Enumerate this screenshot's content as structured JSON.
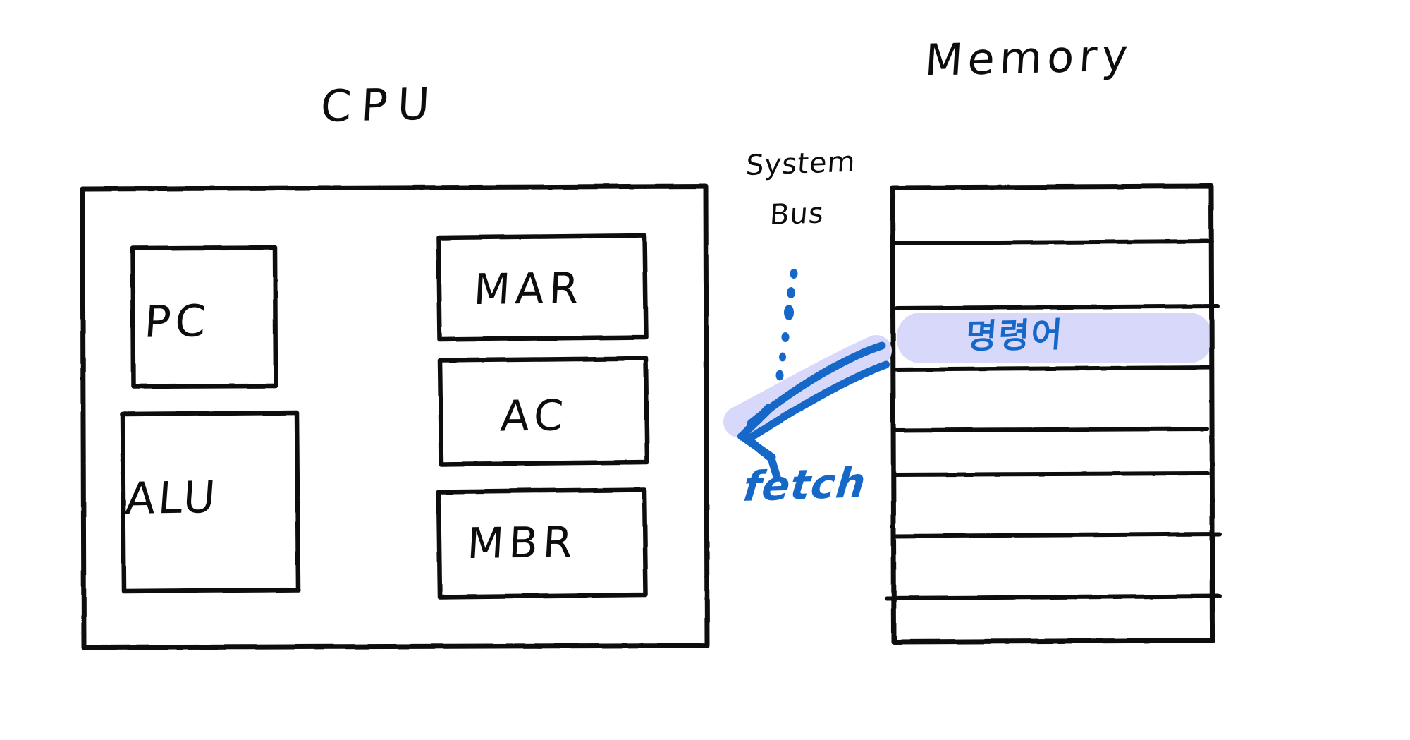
{
  "diagram": {
    "title_cpu": "CPU",
    "title_memory": "Memory",
    "bus_label_line1": "System",
    "bus_label_line2": "Bus",
    "fetch_label": "fetch",
    "instruction_label": "명령어",
    "colors": {
      "ink": "#0d0d0d",
      "annotation_blue": "#1668c8",
      "highlight_lavender": "#d8d9fa",
      "background": "#ffffff"
    }
  },
  "cpu": {
    "registers_left": [
      {
        "name": "PC",
        "label": "PC"
      },
      {
        "name": "ALU",
        "label": "ALU"
      }
    ],
    "registers_right": [
      {
        "name": "MAR",
        "label": "MAR"
      },
      {
        "name": "AC",
        "label": "AC"
      },
      {
        "name": "MBR",
        "label": "MBR"
      }
    ]
  },
  "memory": {
    "row_count": 8,
    "highlighted_row_index": 2,
    "rows": [
      {
        "index": 0,
        "content": "",
        "highlighted": false
      },
      {
        "index": 1,
        "content": "",
        "highlighted": false
      },
      {
        "index": 2,
        "content": "명령어",
        "highlighted": true
      },
      {
        "index": 3,
        "content": "",
        "highlighted": false
      },
      {
        "index": 4,
        "content": "",
        "highlighted": false
      },
      {
        "index": 5,
        "content": "",
        "highlighted": false
      },
      {
        "index": 6,
        "content": "",
        "highlighted": false
      },
      {
        "index": 7,
        "content": "",
        "highlighted": false
      }
    ]
  },
  "annotations": {
    "bus_style": "dotted-vertical",
    "arrow_direction": "memory-to-cpu",
    "arrow_label": "fetch"
  }
}
